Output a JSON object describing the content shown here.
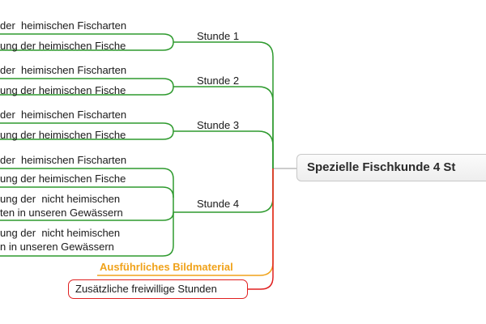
{
  "central_topic": "Spezielle Fischkunde 4 St",
  "colors": {
    "branch_green": "#2e9a2e",
    "branch_orange": "#f0a21a",
    "branch_red": "#e02020",
    "connector_grey": "#bbbbbb"
  },
  "branches": [
    {
      "label": "Stunde 1",
      "children": [
        "der  heimischen Fischarten",
        "ung der heimischen Fische"
      ]
    },
    {
      "label": "Stunde 2",
      "children": [
        "der  heimischen Fischarten",
        "ung der heimischen Fische"
      ]
    },
    {
      "label": "Stunde 3",
      "children": [
        "der  heimischen Fischarten",
        "ung der heimischen Fische"
      ]
    },
    {
      "label": "Stunde 4",
      "children": [
        "der  heimischen Fischarten",
        "ung der heimischen Fische",
        "ung der  nicht heimischen",
        "ten in unseren Gewässern",
        "ung der  nicht heimischen",
        "n in unseren Gewässern"
      ]
    }
  ],
  "material_branch": "Ausführliches Bildmaterial",
  "extra_branch": "Zusätzliche freiwillige Stunden"
}
